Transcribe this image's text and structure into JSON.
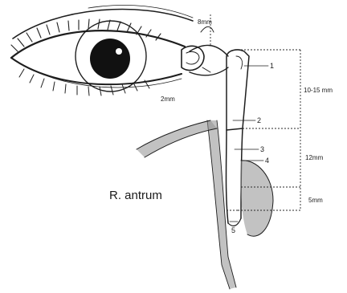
{
  "labels": {
    "top_measure": "8mm",
    "lower_lid_measure": "2mm",
    "segment_1": "10-15 mm",
    "segment_2": "12mm",
    "segment_3": "5mm",
    "antrum": "R. antrum"
  },
  "callouts": [
    "1",
    "2",
    "3",
    "4",
    "5"
  ],
  "colors": {
    "ink": "#1e1e1e",
    "background": "#ffffff",
    "stipple": "#8f8f8f"
  },
  "icons": {
    "eye": "eye-illustration",
    "duct": "nasolacrimal-duct-illustration"
  }
}
